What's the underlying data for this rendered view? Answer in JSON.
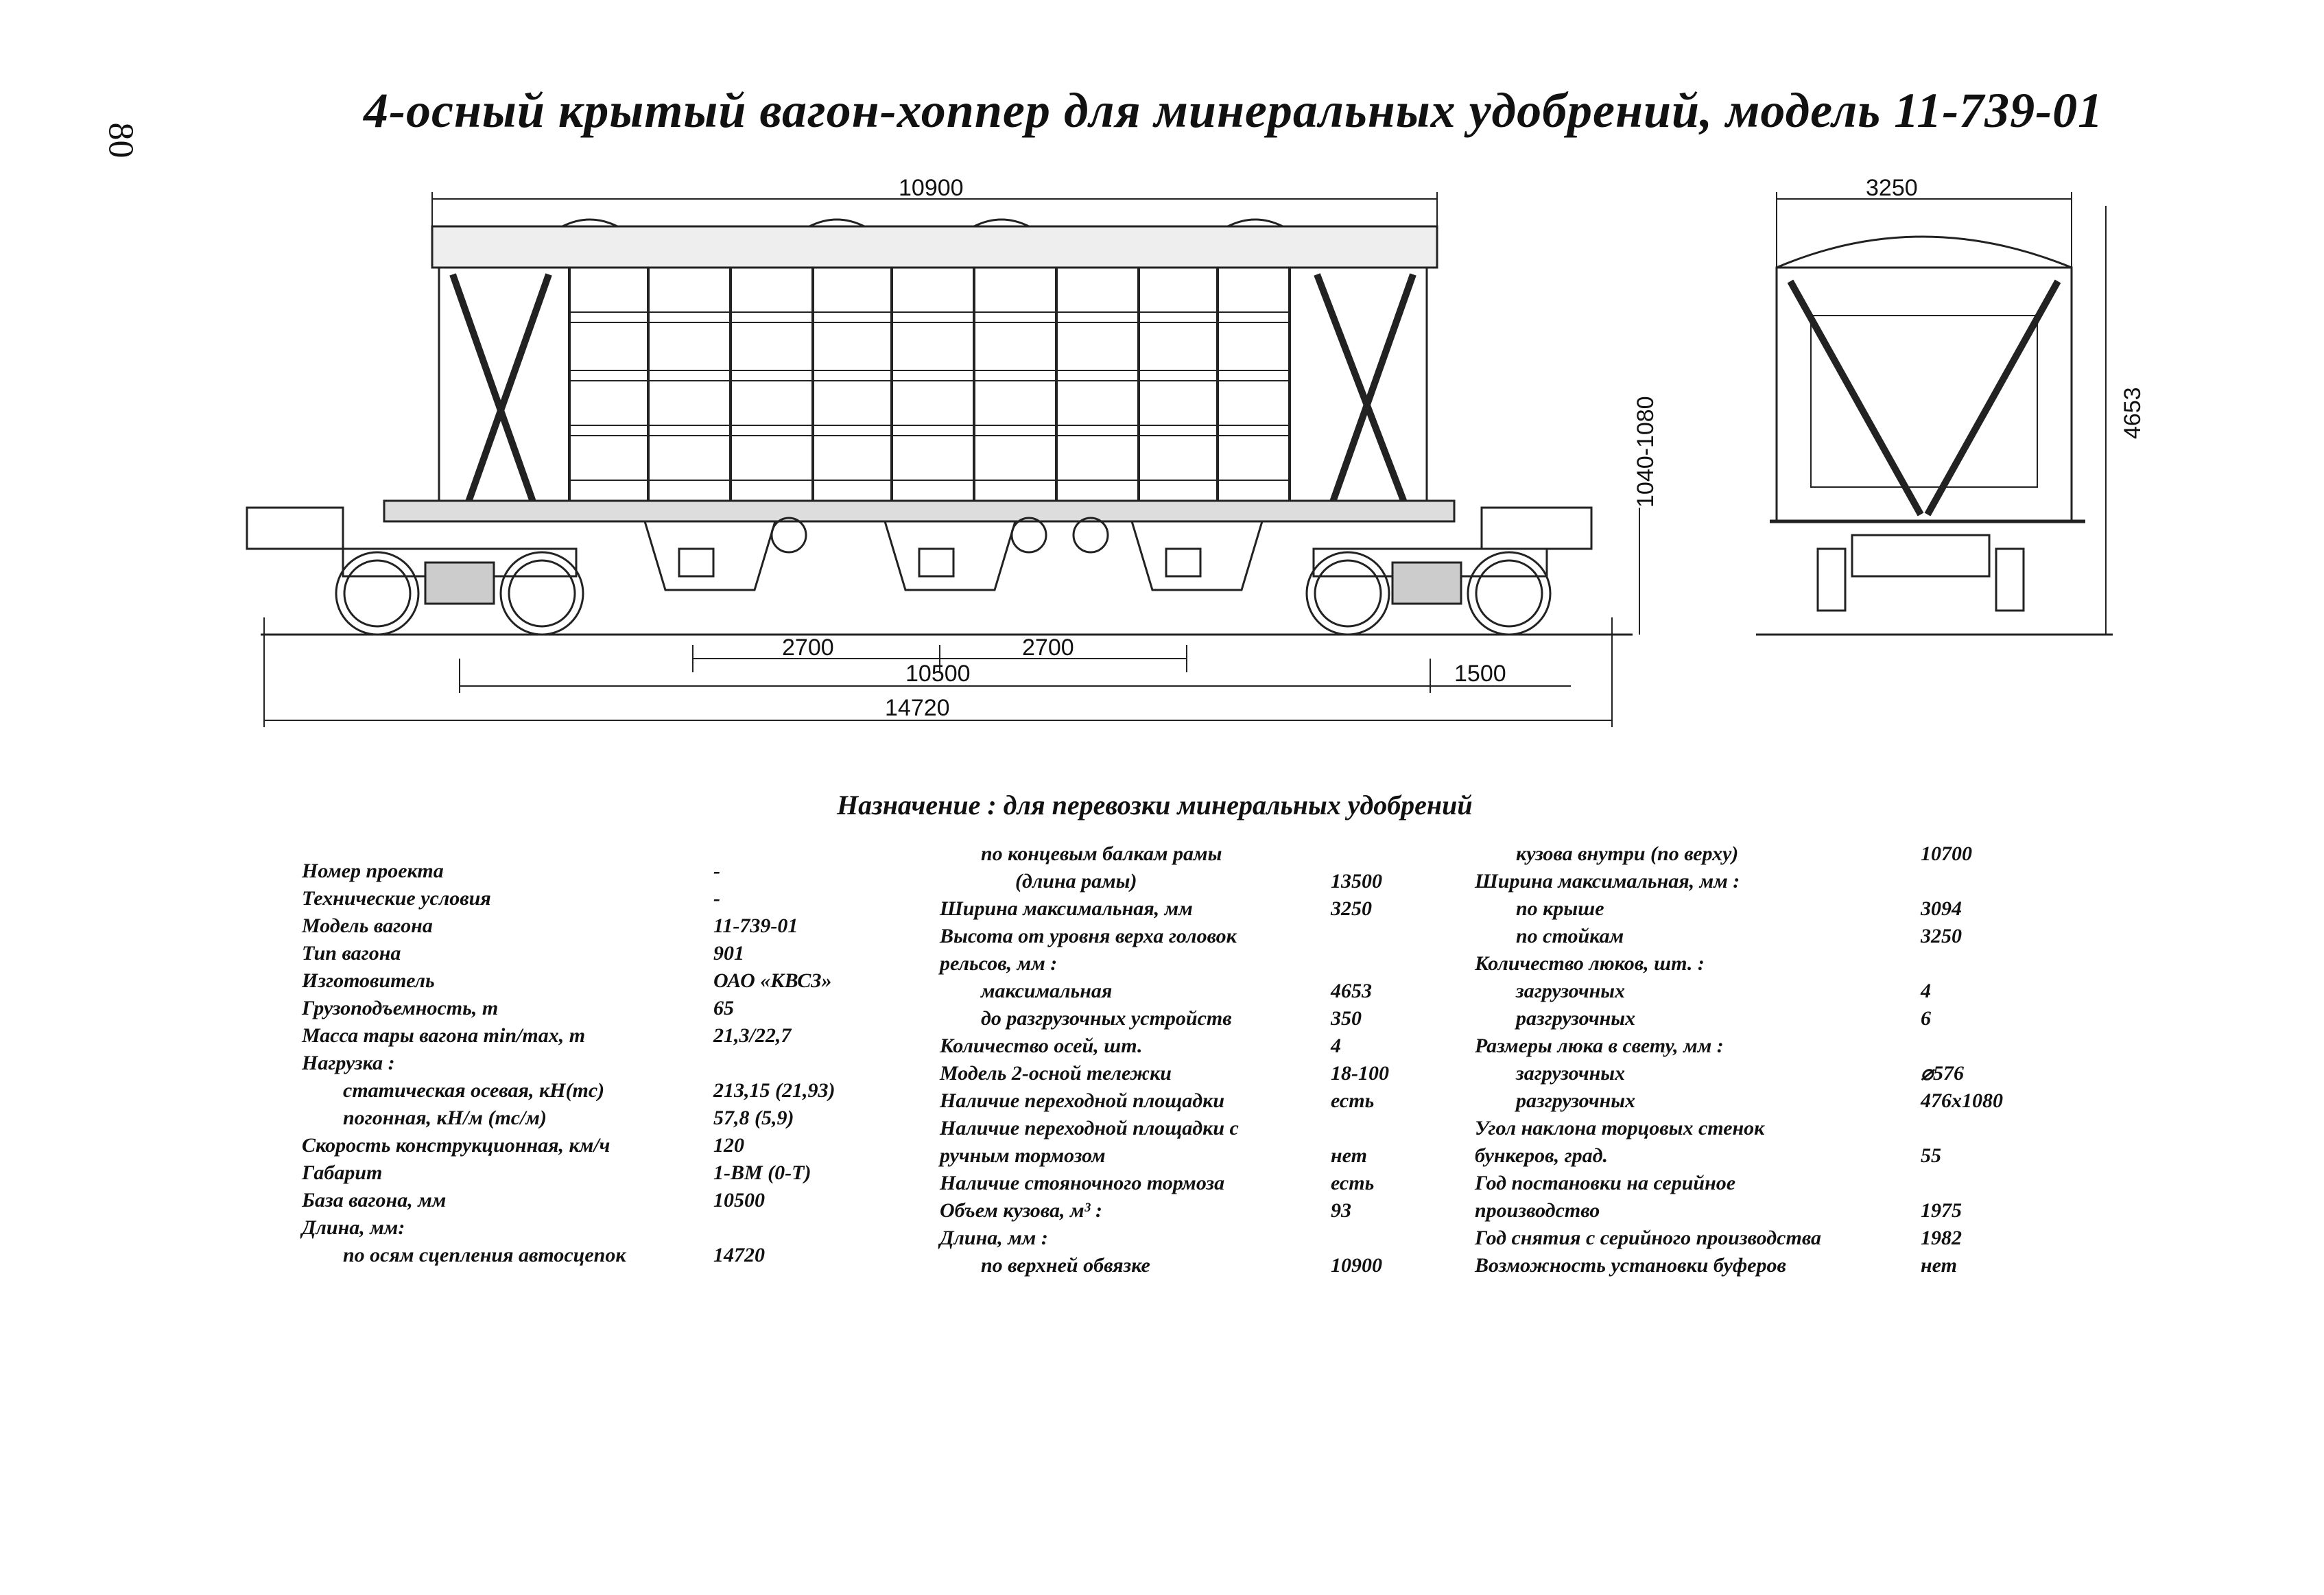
{
  "page_number": "80",
  "title": "4-осный крытый вагон-хоппер для минеральных удобрений, модель 11-739-01",
  "drawing": {
    "dims": {
      "body_length": "10900",
      "width": "3250",
      "height": "4653",
      "coupler_height": "1040-1080",
      "hatch_spacing_1": "2700",
      "hatch_spacing_2": "2700",
      "base": "10500",
      "overhang": "1500",
      "total_length": "14720"
    }
  },
  "purpose": "Назначение : для перевозки минеральных удобрений",
  "specs": {
    "col1": [
      {
        "label": "Номер проекта",
        "value": "-",
        "indent": 0
      },
      {
        "label": "Технические условия",
        "value": "-",
        "indent": 0
      },
      {
        "label": "Модель вагона",
        "value": "11-739-01",
        "indent": 0
      },
      {
        "label": "Тип вагона",
        "value": "901",
        "indent": 0
      },
      {
        "label": "Изготовитель",
        "value": "ОАО «КВСЗ»",
        "indent": 0
      },
      {
        "label": "Грузоподъемность, т",
        "value": "65",
        "indent": 0
      },
      {
        "label": "Масса тары вагона min/max, т",
        "value": "21,3/22,7",
        "indent": 0
      },
      {
        "label": "Нагрузка :",
        "value": "",
        "indent": 0
      },
      {
        "label": "статическая осевая, кН(тс)",
        "value": "213,15 (21,93)",
        "indent": 1
      },
      {
        "label": "погонная, кН/м (тс/м)",
        "value": "57,8 (5,9)",
        "indent": 1
      },
      {
        "label": "Скорость конструкционная, км/ч",
        "value": "120",
        "indent": 0
      },
      {
        "label": "Габарит",
        "value": "1-ВМ (0-Т)",
        "indent": 0
      },
      {
        "label": "База вагона, мм",
        "value": "10500",
        "indent": 0
      },
      {
        "label": "Длина, мм:",
        "value": "",
        "indent": 0
      },
      {
        "label": "по осям сцепления автосцепок",
        "value": "14720",
        "indent": 1
      }
    ],
    "col2": [
      {
        "label": "по концевым балкам рамы",
        "value": "",
        "indent": 1
      },
      {
        "label": "(длина рамы)",
        "value": "13500",
        "indent": 2
      },
      {
        "label": "Ширина максимальная, мм",
        "value": "3250",
        "indent": 0
      },
      {
        "label": "Высота от уровня верха головок",
        "value": "",
        "indent": 0
      },
      {
        "label": "рельсов, мм :",
        "value": "",
        "indent": 0
      },
      {
        "label": "максимальная",
        "value": "4653",
        "indent": 1
      },
      {
        "label": "до разгрузочных устройств",
        "value": "350",
        "indent": 1
      },
      {
        "label": "Количество осей, шт.",
        "value": "4",
        "indent": 0
      },
      {
        "label": "Модель 2-осной тележки",
        "value": "18-100",
        "indent": 0
      },
      {
        "label": "Наличие переходной площадки",
        "value": "есть",
        "indent": 0
      },
      {
        "label": "Наличие переходной площадки с",
        "value": "",
        "indent": 0
      },
      {
        "label": "ручным тормозом",
        "value": "нет",
        "indent": 0
      },
      {
        "label": "Наличие стояночного тормоза",
        "value": "есть",
        "indent": 0
      },
      {
        "label": "Объем кузова, м³ :",
        "value": "93",
        "indent": 0
      },
      {
        "label": "Длина, мм :",
        "value": "",
        "indent": 0
      },
      {
        "label": "по верхней обвязке",
        "value": "10900",
        "indent": 1
      }
    ],
    "col3": [
      {
        "label": "кузова внутри (по верху)",
        "value": "10700",
        "indent": 1
      },
      {
        "label": "Ширина максимальная, мм :",
        "value": "",
        "indent": 0
      },
      {
        "label": "по крыше",
        "value": "3094",
        "indent": 1
      },
      {
        "label": "по стойкам",
        "value": "3250",
        "indent": 1
      },
      {
        "label": "Количество люков, шт. :",
        "value": "",
        "indent": 0
      },
      {
        "label": "загрузочных",
        "value": "4",
        "indent": 1
      },
      {
        "label": "разгрузочных",
        "value": "6",
        "indent": 1
      },
      {
        "label": "Размеры люка в свету, мм :",
        "value": "",
        "indent": 0
      },
      {
        "label": "загрузочных",
        "value": "⌀576",
        "indent": 1
      },
      {
        "label": "разгрузочных",
        "value": "476x1080",
        "indent": 1
      },
      {
        "label": "Угол наклона торцовых стенок",
        "value": "",
        "indent": 0
      },
      {
        "label": "бункеров, град.",
        "value": "55",
        "indent": 0
      },
      {
        "label": "Год постановки на серийное",
        "value": "",
        "indent": 0
      },
      {
        "label": "производство",
        "value": "1975",
        "indent": 0
      },
      {
        "label": "Год снятия с серийного производства",
        "value": "1982",
        "indent": 0
      },
      {
        "label": "Возможность установки буферов",
        "value": "нет",
        "indent": 0
      }
    ]
  }
}
